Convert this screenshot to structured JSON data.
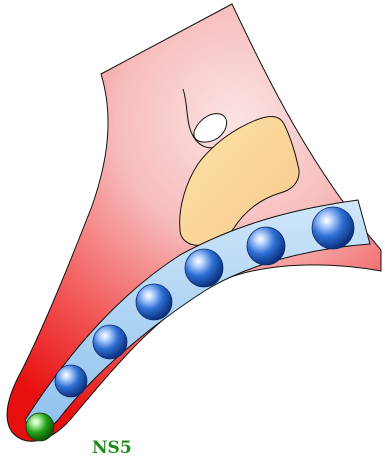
{
  "diagram": {
    "label": "NS5",
    "colors": {
      "surface_light": "#f7d0d0",
      "surface_dark": "#ee1c1c",
      "outline": "#111111",
      "blob_fill": "#fbd79a",
      "band_fill": "#a9d4f3",
      "sphere_blue": "#2f6fd3",
      "sphere_green": "#1e9a12",
      "label_color": "#1a8a1a"
    },
    "spheres": [
      {
        "name": "sphere-1",
        "color": "green"
      },
      {
        "name": "sphere-2",
        "color": "blue"
      },
      {
        "name": "sphere-3",
        "color": "blue"
      },
      {
        "name": "sphere-4",
        "color": "blue"
      },
      {
        "name": "sphere-5",
        "color": "blue"
      },
      {
        "name": "sphere-6",
        "color": "blue"
      },
      {
        "name": "sphere-7",
        "color": "blue"
      }
    ]
  }
}
